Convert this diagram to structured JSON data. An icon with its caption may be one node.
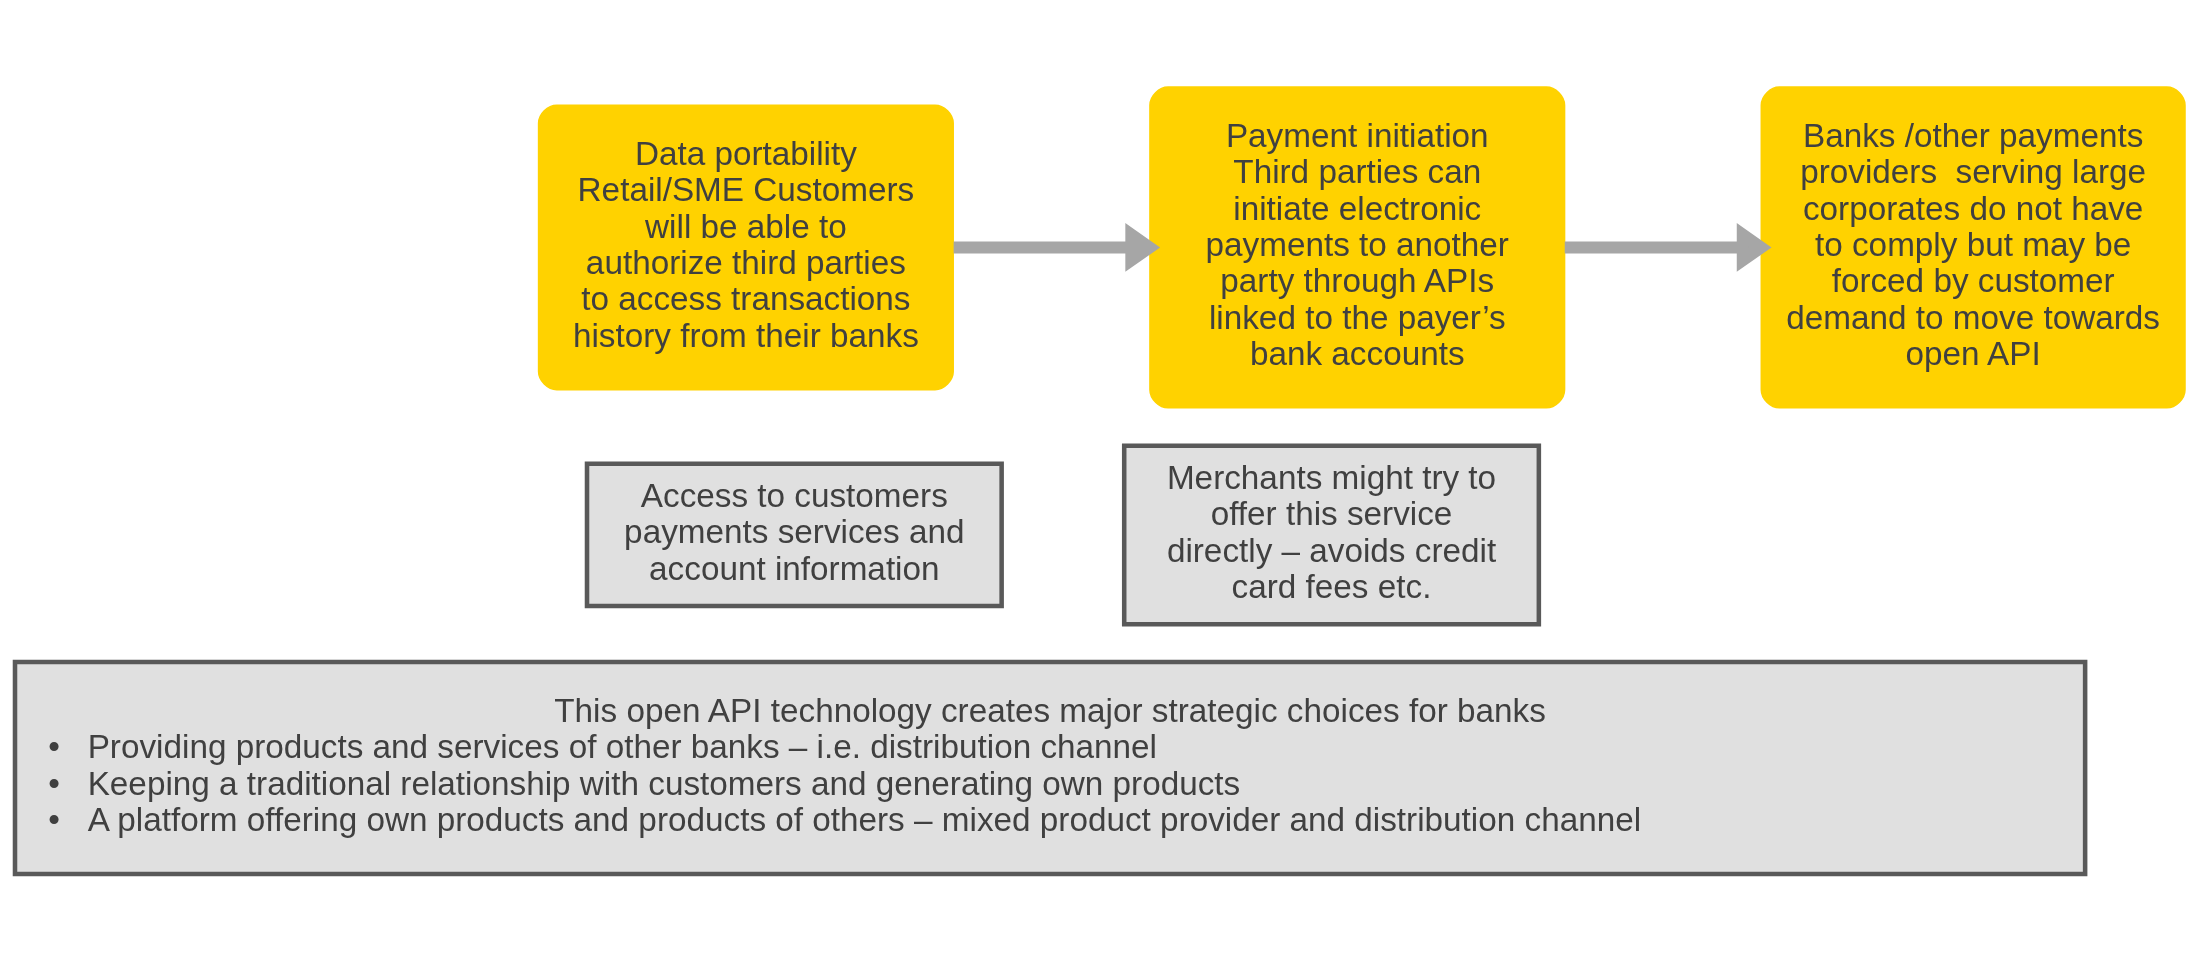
{
  "diagram": {
    "nodes": [
      {
        "text": [
          "Data portability",
          "Retail/SME Customers will be able to authorize third parties to access transactions history from their banks"
        ]
      },
      {
        "text": [
          "Payment initiation",
          "Third parties can initiate electronic payments to another party through APIs linked to the payer’s bank accounts"
        ]
      },
      {
        "text": [
          "Banks /other payments providers  serving large corporates do not have to comply but may be forced by customer demand to move towards open API"
        ]
      },
      {
        "text": [
          "Access to customers payments services and account information"
        ]
      },
      {
        "text": [
          "Merchants might try to offer this service directly – avoids credit card fees etc."
        ]
      },
      {
        "text": [
          "This open API technology creates major strategic choices for banks",
          "•   Providing products and services of other banks – i.e. distribution channel",
          "•   Keeping a traditional relationship with customers and generating own products",
          "•   A platform offering own products and products of others – mixed product provider and distribution channel"
        ]
      }
    ],
    "edges": [
      {
        "from": 0,
        "to": 1,
        "arrow": "to"
      },
      {
        "from": 1,
        "to": 2,
        "arrow": "to"
      }
    ]
  }
}
